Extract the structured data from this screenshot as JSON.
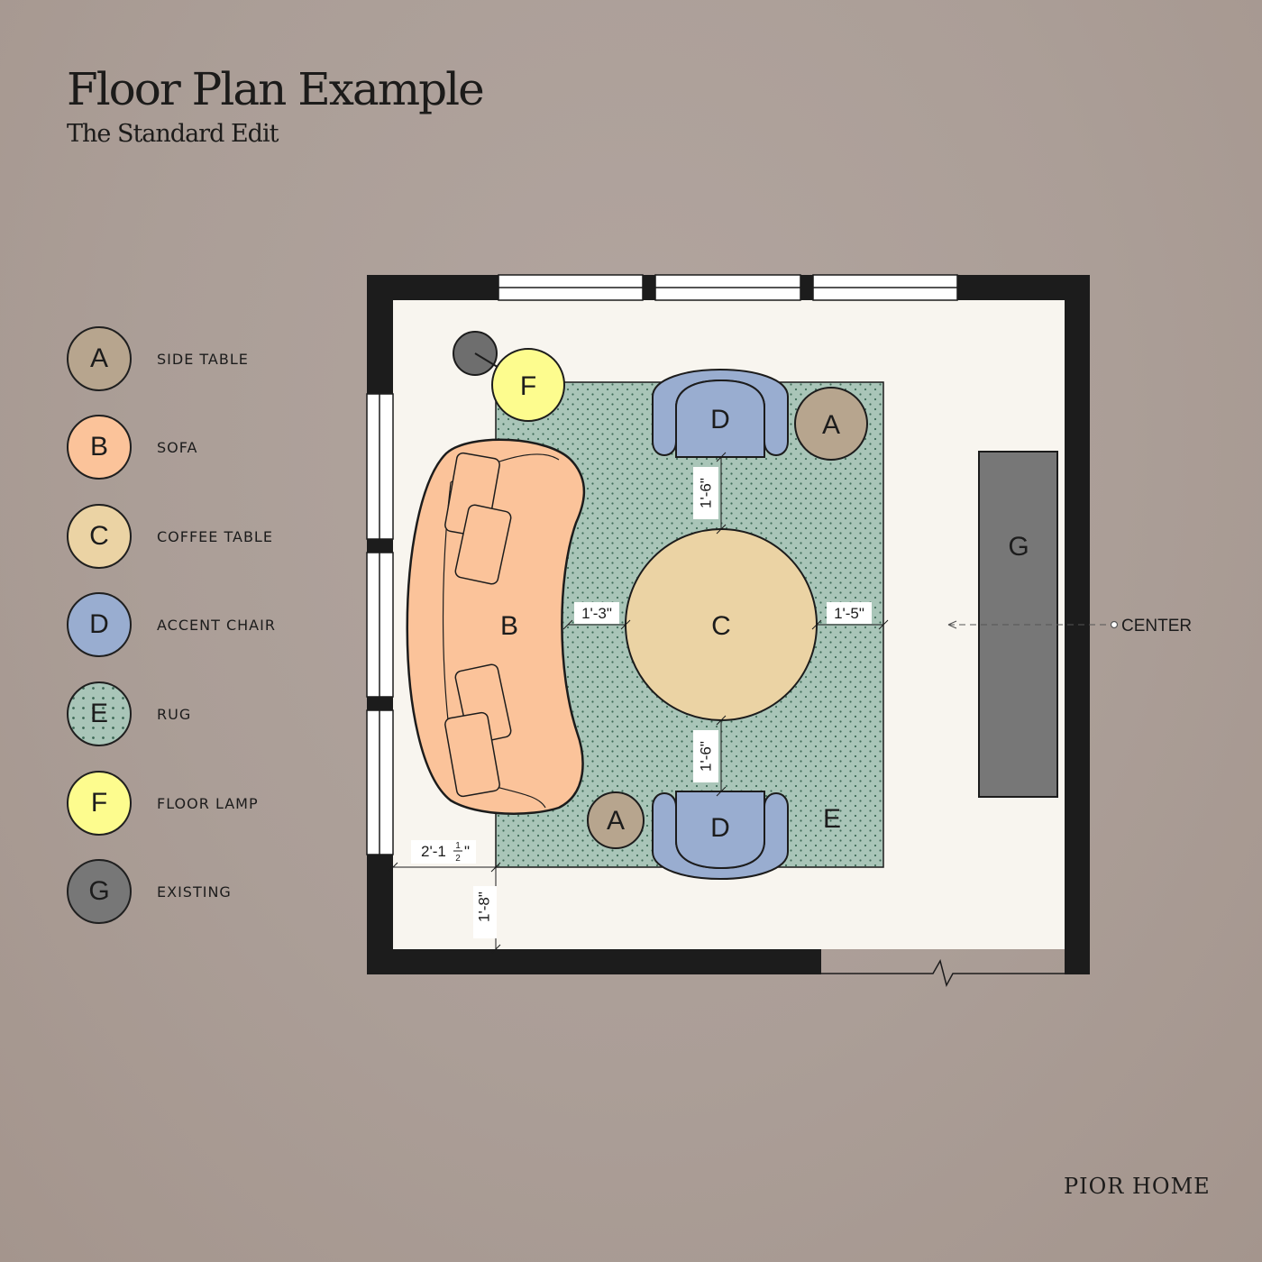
{
  "header": {
    "title": "Floor Plan Example",
    "subtitle": "The Standard Edit"
  },
  "legend": [
    {
      "letter": "A",
      "label": "SIDE TABLE",
      "color": "#b7a58e"
    },
    {
      "letter": "B",
      "label": "SOFA",
      "color": "#fbc39a"
    },
    {
      "letter": "C",
      "label": "COFFEE TABLE",
      "color": "#ebd3a4"
    },
    {
      "letter": "D",
      "label": "ACCENT CHAIR",
      "color": "#99add0"
    },
    {
      "letter": "E",
      "label": "RUG",
      "color": "#a9c5b8"
    },
    {
      "letter": "F",
      "label": "FLOOR LAMP",
      "color": "#fdfc8e"
    },
    {
      "letter": "G",
      "label": "EXISTING",
      "color": "#777777"
    }
  ],
  "plan": {
    "labels": {
      "sofa": "B",
      "coffee_table": "C",
      "chair_top": "D",
      "chair_bottom": "D",
      "side_table_top": "A",
      "side_table_bottom": "A",
      "rug": "E",
      "lamp": "F",
      "existing": "G"
    },
    "dimensions": {
      "chair_top_to_table": "1'-6\"",
      "chair_bottom_to_table": "1'-6\"",
      "sofa_to_table": "1'-3\"",
      "table_to_rug_edge": "1'-5\"",
      "wall_to_rug_h_whole": "2'-1",
      "wall_to_rug_h_num": "1",
      "wall_to_rug_h_den": "2",
      "wall_to_rug_h_inch": "\"",
      "wall_to_rug_v": "1'-8\""
    },
    "center_label": "CENTER"
  },
  "brand": "PIOR HOME"
}
